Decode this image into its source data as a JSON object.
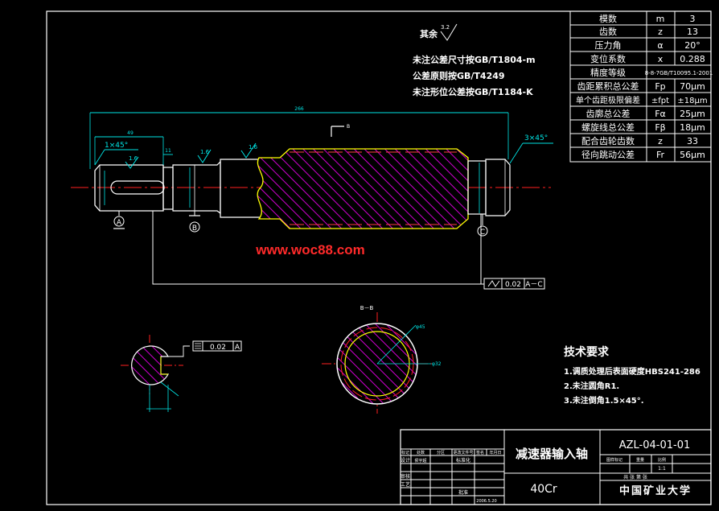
{
  "drawing": {
    "title": "减速器输入轴",
    "code": "AZL-04-01-01",
    "material": "40Cr",
    "school": "中国矿业大学",
    "watermark": "www.woc88.com"
  },
  "notes": {
    "roughness_rest_label": "其余",
    "roughness_rest_value": "3.2",
    "line1": "未注公差尺寸按GB/T1804-m",
    "line2": "公差原则按GB/T4249",
    "line3": "未注形位公差按GB/T1184-K"
  },
  "gear_table": [
    {
      "name": "模数",
      "symbol": "m",
      "value": "3"
    },
    {
      "name": "齿数",
      "symbol": "z",
      "value": "13"
    },
    {
      "name": "压力角",
      "symbol": "α",
      "value": "20°"
    },
    {
      "name": "变位系数",
      "symbol": "x",
      "value": "0.288"
    },
    {
      "name": "精度等级",
      "symbol": "",
      "value": "8-8-7GB/T10095.1-2001"
    },
    {
      "name": "齿距累积总公差",
      "symbol": "Fp",
      "value": "70μm"
    },
    {
      "name": "单个齿距极限偏差",
      "symbol": "±fpt",
      "value": "±18μm"
    },
    {
      "name": "齿廓总公差",
      "symbol": "Fα",
      "value": "25μm"
    },
    {
      "name": "螺旋线总公差",
      "symbol": "Fβ",
      "value": "18μm"
    },
    {
      "name": "配合齿轮齿数",
      "symbol": "z",
      "value": "33"
    },
    {
      "name": "径向跳动公差",
      "symbol": "Fr",
      "value": "56μm"
    }
  ],
  "tech": {
    "title": "技术要求",
    "items": [
      "1.调质处理后表面硬度HBS241-286",
      "2.未注圆角R1.",
      "3.未注倒角1.5×45°."
    ]
  },
  "dims": {
    "total": "266",
    "left_len": "49",
    "short": "11",
    "chamfer_left": "1×45°",
    "chamfer_right": "3×45°",
    "roughness": "1.6",
    "section_mark": "B",
    "section_title": "B－B",
    "datum_a": "A",
    "datum_b": "B",
    "datum_c": "C",
    "runout_tol": "0.02",
    "runout_ref": "A－C",
    "sym_tol": "0.02",
    "sym_ref": "A",
    "diam_outer": "φ45",
    "diam_inner": "φ32"
  },
  "title_block": {
    "labels": [
      "标记",
      "处数",
      "分区",
      "更改文件号",
      "签名",
      "年月日",
      "设计",
      "标准化",
      "审核",
      "工艺",
      "批准"
    ],
    "designer": "侯宇超",
    "date": "2006.5.20",
    "stage_label": "图样标记",
    "weight_label": "重量",
    "scale_label": "比例",
    "scale": "1:1",
    "sheet_label": "共  张   第  张"
  }
}
